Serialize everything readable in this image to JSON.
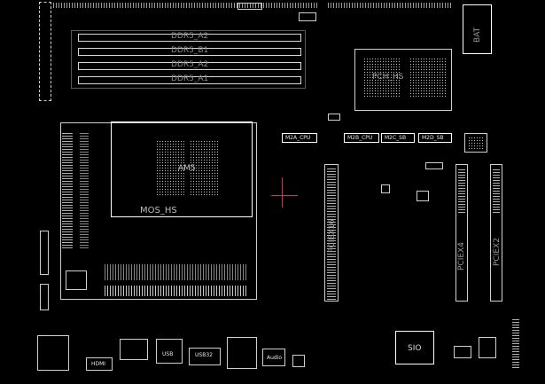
{
  "board": {
    "dimm_labels": [
      "DDR5_A2",
      "DDR5_B1",
      "DDR5_A2",
      "DDR5_A1"
    ],
    "socket_label": "AM5",
    "vrm_label": "MOS_HS",
    "chipset_label": "PCH_HS",
    "pcie_labels": [
      "PCIEX16",
      "PCIEX4",
      "PCIEX2"
    ],
    "battery_label": "BAT",
    "sio_label": "SIO",
    "m2_labels": [
      "M2A_CPU",
      "M2B_CPU",
      "M2C_SB",
      "M2D_SB"
    ],
    "rear_io_labels": [
      "HDMI",
      "USB",
      "USB32",
      "Audio"
    ]
  },
  "colors": {
    "background": "#000000",
    "silkscreen": "#e0e0e0",
    "label_gray": "#9a9a9a",
    "cursor": "#c8326a"
  }
}
